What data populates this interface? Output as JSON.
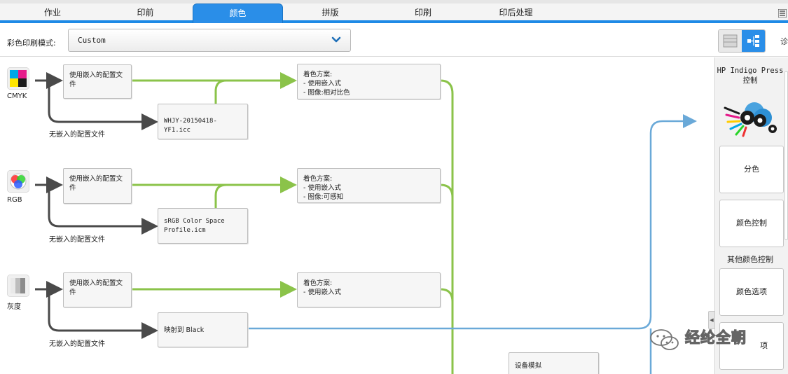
{
  "tabs": [
    {
      "label": "作业",
      "active": false
    },
    {
      "label": "印前",
      "active": false
    },
    {
      "label": "颜色",
      "active": true
    },
    {
      "label": "拼版",
      "active": false
    },
    {
      "label": "印刷",
      "active": false
    },
    {
      "label": "印后处理",
      "active": false
    }
  ],
  "toolbar": {
    "mode_label": "彩色印刷模式:",
    "mode_value": "Custom",
    "edge_glyph": "诊"
  },
  "workflow": {
    "rows": [
      {
        "source_label": "CMYK",
        "source_icon": "cmyk-icon",
        "embedded_box": "使用嵌入的配置文\n件",
        "no_embedded_note": "无嵌入的配置文件",
        "profile_box": "WHJY-20150418-YF1.icc",
        "scheme_box": "着色方案:\n- 使用嵌入式\n- 图像:相对比色"
      },
      {
        "source_label": "RGB",
        "source_icon": "rgb-icon",
        "embedded_box": "使用嵌入的配置文\n件",
        "no_embedded_note": "无嵌入的配置文件",
        "profile_box": "sRGB Color Space\nProfile.icm",
        "scheme_box": "着色方案:\n- 使用嵌入式\n- 图像:可感知"
      },
      {
        "source_label": "灰度",
        "source_icon": "grayscale-icon",
        "embedded_box": "使用嵌入的配置文\n件",
        "no_embedded_note": "无嵌入的配置文件",
        "profile_box": "映射到 Black",
        "scheme_box": "着色方案:\n- 使用嵌入式"
      }
    ],
    "device_sim_box": "设备模拟"
  },
  "sidebar": {
    "title": "HP Indigo Press\n控制",
    "press_icon": "indigo-press-icon",
    "btn_separation": "分色",
    "btn_color_control": "颜色控制",
    "other_section": "其他颜色控制",
    "btn_color_options": "颜色选项",
    "btn_partial": "项",
    "collapse_glyph": "◀"
  },
  "watermark": {
    "text": "经纶全朝"
  },
  "colors": {
    "accent": "#2a8ee8",
    "flow_green": "#8bc34a",
    "flow_blue": "#6aa9d8",
    "flow_dark": "#4a4a4a"
  }
}
